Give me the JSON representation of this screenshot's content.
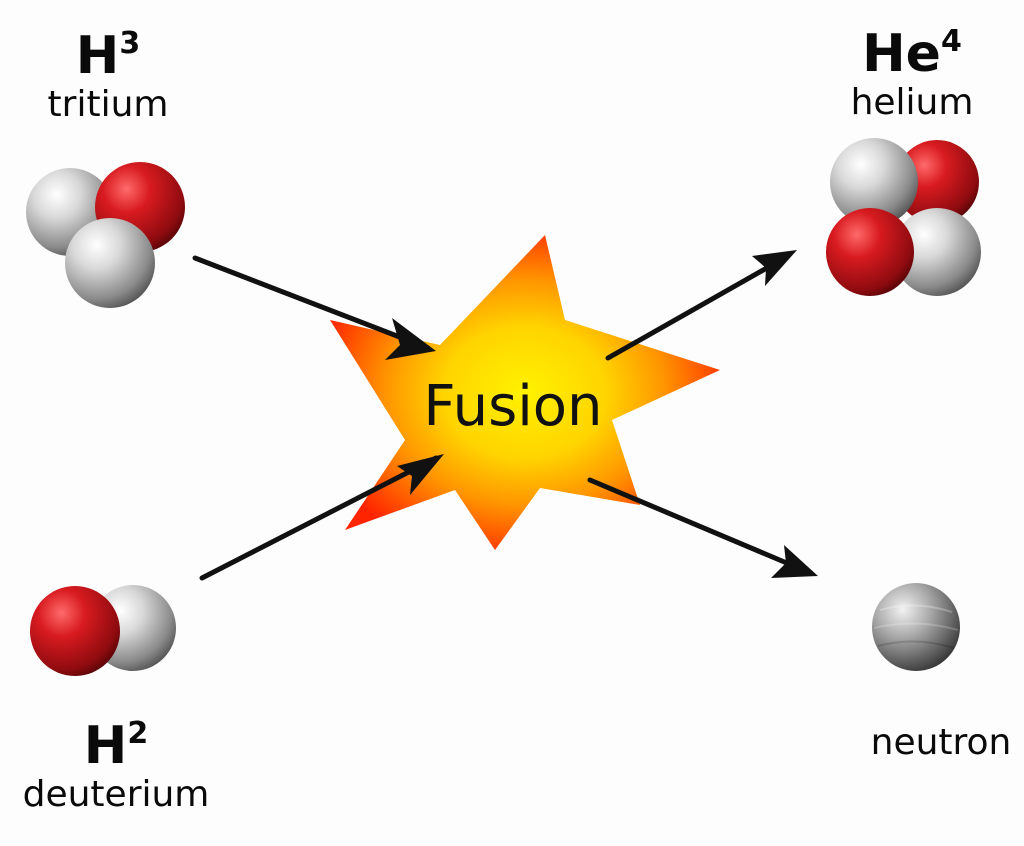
{
  "tritium": {
    "symbol": "H",
    "mass_number": "3",
    "name": "tritium"
  },
  "deuterium": {
    "symbol": "H",
    "mass_number": "2",
    "name": "deuterium"
  },
  "helium": {
    "symbol": "He",
    "mass_number": "4",
    "name": "helium"
  },
  "neutron": {
    "name": "neutron"
  },
  "center": {
    "label": "Fusion"
  },
  "colors": {
    "proton": "#c0141a",
    "neutron": "#9a9a9a",
    "arrow": "#111111",
    "star_outer": "#ff2a00",
    "star_mid": "#ff9a00",
    "star_core": "#ffe600"
  }
}
